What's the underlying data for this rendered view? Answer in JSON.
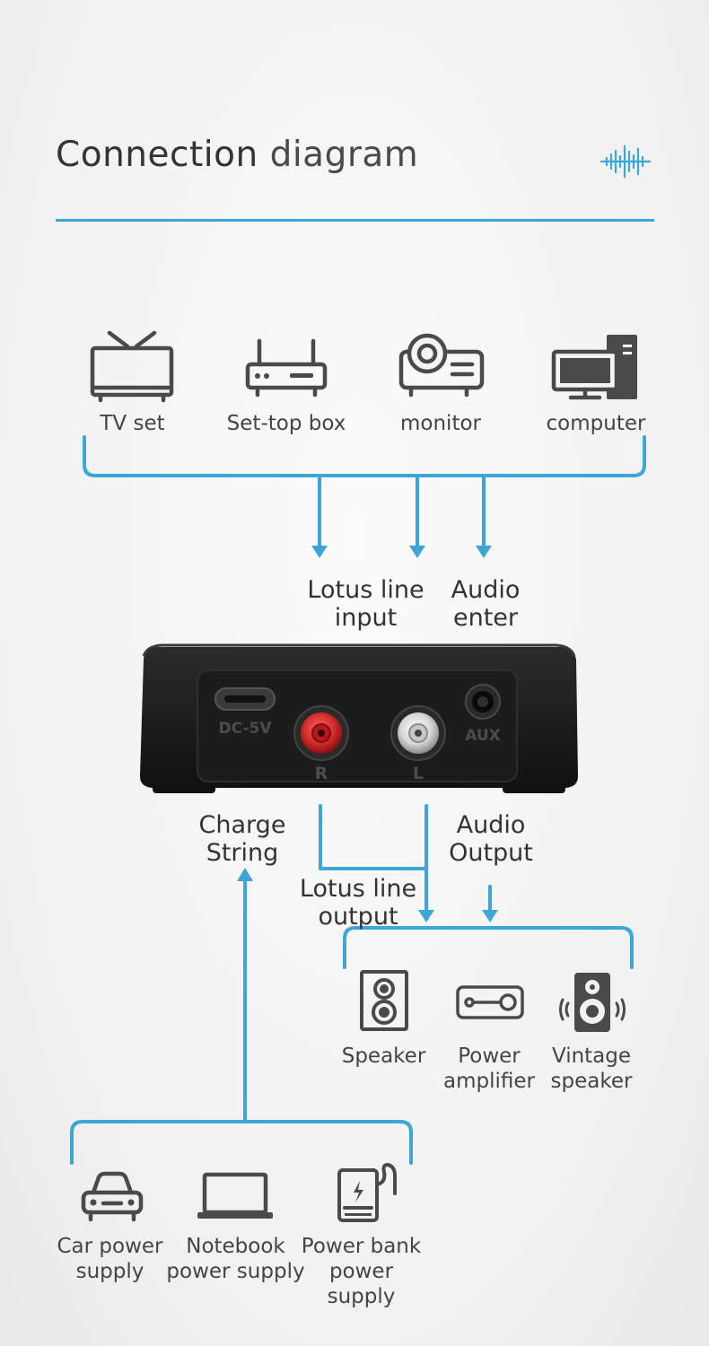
{
  "title": {
    "part1": "Connection",
    "part2": "diagram"
  },
  "colors": {
    "accent": "#3ca7d6",
    "icon": "#4a4a4a",
    "device": "#151515",
    "red_jack": "#d62b2b"
  },
  "sources": [
    {
      "label": "TV set",
      "icon": "tv-icon"
    },
    {
      "label": "Set-top box",
      "icon": "router-icon"
    },
    {
      "label": "monitor",
      "icon": "projector-icon"
    },
    {
      "label": "computer",
      "icon": "computer-icon"
    }
  ],
  "inputs": {
    "lotus": "Lotus line\ninput",
    "audio": "Audio\nenter"
  },
  "device": {
    "dc": "DC-5V",
    "aux": "AUX",
    "r": "R",
    "l": "L"
  },
  "outputs_labels": {
    "charge": "Charge\nString",
    "audio_out": "Audio\nOutput",
    "lotus_out": "Lotus line\noutput"
  },
  "outputs": [
    {
      "label": "Speaker",
      "icon": "speaker-icon"
    },
    {
      "label": "Power\namplifier",
      "icon": "amplifier-icon"
    },
    {
      "label": "Vintage\nspeaker",
      "icon": "vintage-speaker-icon"
    }
  ],
  "power": [
    {
      "label": "Car power\nsupply",
      "icon": "car-icon"
    },
    {
      "label": "Notebook\npower supply",
      "icon": "laptop-icon"
    },
    {
      "label": "Power bank\npower\nsupply",
      "icon": "power-bank-icon"
    }
  ]
}
